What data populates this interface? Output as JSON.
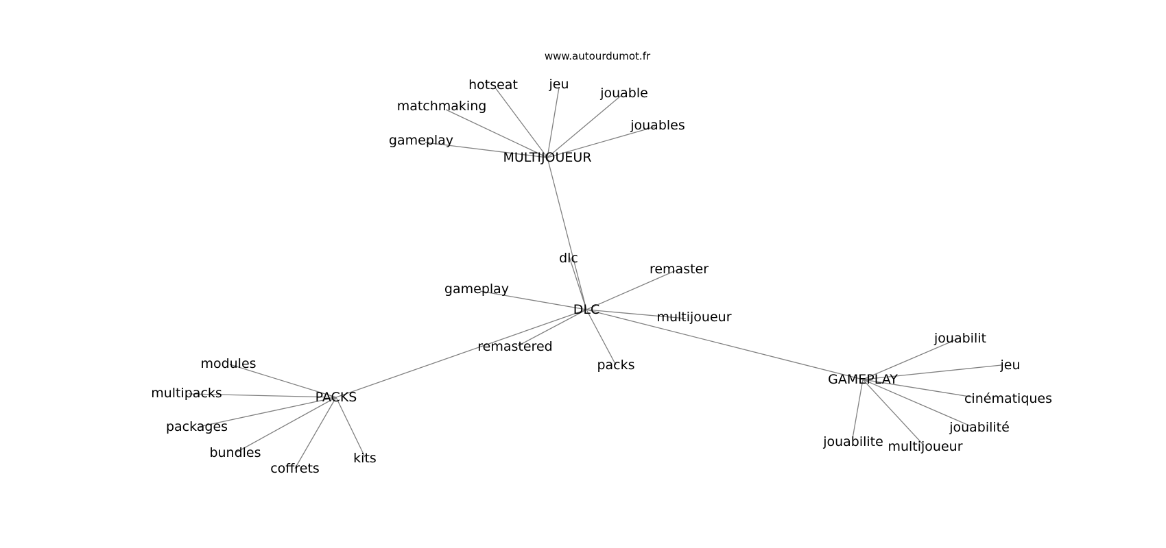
{
  "source": "www.autourdumot.fr",
  "nodes": {
    "dlc_center": "DLC",
    "multijoueur_center": "MULTIJOUEUR",
    "packs_center": "PACKS",
    "gameplay_center": "GAMEPLAY",
    "dlc_dlc": "dlc",
    "dlc_remaster": "remaster",
    "dlc_gameplay": "gameplay",
    "dlc_multijoueur": "multijoueur",
    "dlc_remastered": "remastered",
    "dlc_packs": "packs",
    "mj_hotseat": "hotseat",
    "mj_jeu": "jeu",
    "mj_jouable": "jouable",
    "mj_matchmaking": "matchmaking",
    "mj_jouables": "jouables",
    "mj_gameplay": "gameplay",
    "pk_modules": "modules",
    "pk_multipacks": "multipacks",
    "pk_packages": "packages",
    "pk_bundles": "bundles",
    "pk_coffrets": "coffrets",
    "pk_kits": "kits",
    "gp_jouabilit": "jouabilit",
    "gp_jeu": "jeu",
    "gp_cinematiques": "cinématiques",
    "gp_jouabilite_acc": "jouabilité",
    "gp_jouabilite": "jouabilite",
    "gp_multijoueur": "multijoueur"
  }
}
